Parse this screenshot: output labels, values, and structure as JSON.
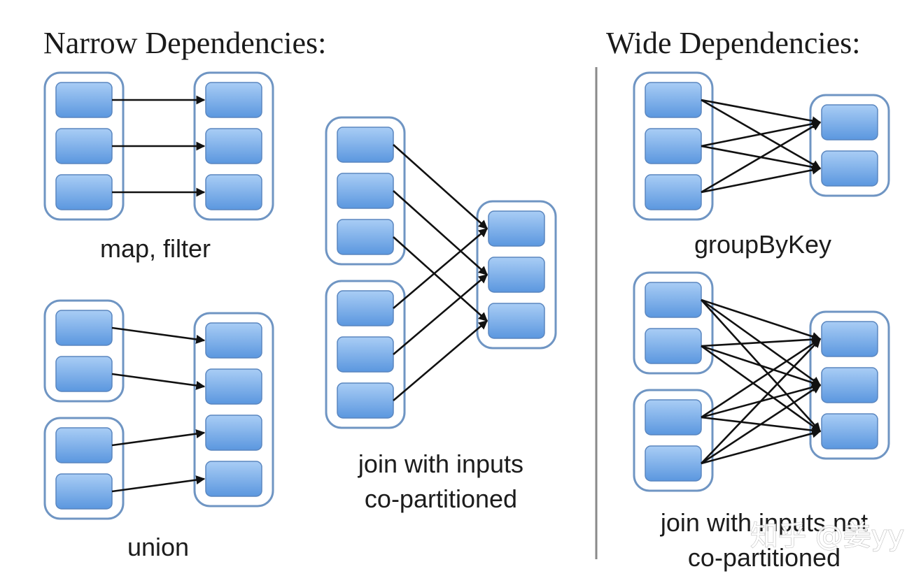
{
  "colors": {
    "partition_top": "#a9cdf5",
    "partition_bottom": "#5b97df",
    "partition_border": "#5a86bf",
    "rdd_border": "#6f95c3",
    "arrow": "#111111",
    "divider": "#8a8a8a",
    "text": "#1a1a1a"
  },
  "sections": {
    "narrow": {
      "title": "Narrow Dependencies:"
    },
    "wide": {
      "title": "Wide Dependencies:"
    }
  },
  "diagrams": [
    {
      "id": "map-filter",
      "section": "narrow",
      "caption": [
        "map, filter"
      ],
      "parents": [
        3
      ],
      "children": [
        3
      ],
      "edges": [
        [
          0,
          0
        ],
        [
          1,
          1
        ],
        [
          2,
          2
        ]
      ]
    },
    {
      "id": "union",
      "section": "narrow",
      "caption": [
        "union"
      ],
      "parents": [
        2,
        2
      ],
      "children": [
        4
      ],
      "edges": [
        [
          0,
          0
        ],
        [
          1,
          1
        ],
        [
          2,
          2
        ],
        [
          3,
          3
        ]
      ]
    },
    {
      "id": "join-co-partitioned",
      "section": "narrow",
      "caption": [
        "join with inputs",
        "co-partitioned"
      ],
      "parents": [
        3,
        3
      ],
      "children": [
        3
      ],
      "edges": [
        [
          0,
          0
        ],
        [
          1,
          1
        ],
        [
          2,
          2
        ],
        [
          3,
          0
        ],
        [
          4,
          1
        ],
        [
          5,
          2
        ]
      ]
    },
    {
      "id": "groupByKey",
      "section": "wide",
      "caption": [
        "groupByKey"
      ],
      "parents": [
        3
      ],
      "children": [
        2
      ],
      "edges": [
        [
          0,
          0
        ],
        [
          0,
          1
        ],
        [
          1,
          0
        ],
        [
          1,
          1
        ],
        [
          2,
          0
        ],
        [
          2,
          1
        ]
      ]
    },
    {
      "id": "join-not-co-partitioned",
      "section": "wide",
      "caption": [
        "join with inputs not",
        "co-partitioned"
      ],
      "parents": [
        2,
        2
      ],
      "children": [
        3
      ],
      "edges": [
        [
          0,
          0
        ],
        [
          0,
          1
        ],
        [
          0,
          2
        ],
        [
          1,
          0
        ],
        [
          1,
          1
        ],
        [
          1,
          2
        ],
        [
          2,
          0
        ],
        [
          2,
          1
        ],
        [
          2,
          2
        ],
        [
          3,
          0
        ],
        [
          3,
          1
        ],
        [
          3,
          2
        ]
      ]
    }
  ],
  "watermark": "知乎 @姜yy"
}
